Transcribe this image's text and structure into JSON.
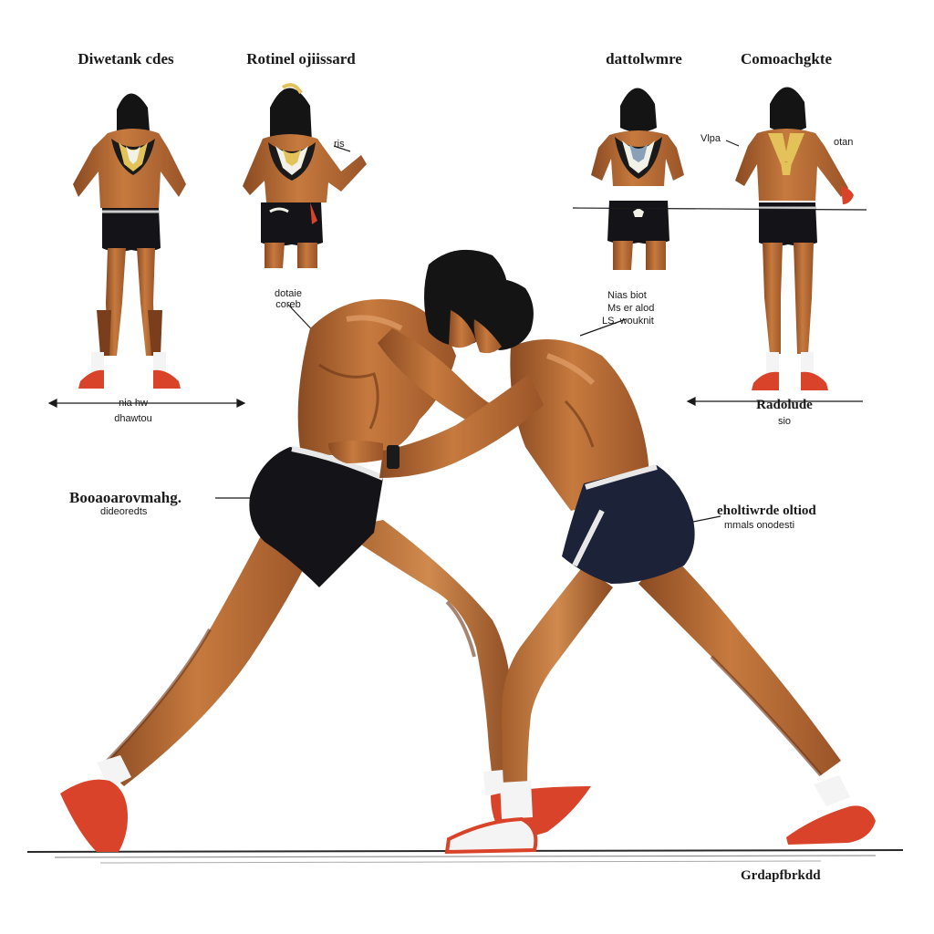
{
  "colors": {
    "skin": "#c0743a",
    "skin_shadow": "#8a4a22",
    "skin_highlight": "#e3a06a",
    "hair": "#141414",
    "trunks_black": "#141418",
    "trunks_navy": "#1c2238",
    "shoes": "#d8432a",
    "sock": "#f4f4f4",
    "ink": "#1a1a1a",
    "back_pattern_gold": "#e3c25a",
    "back_pattern_white": "#f1f1e8"
  },
  "figures": {
    "top": [
      {
        "title": "Diwetank cdes"
      },
      {
        "title": "Rotinel ojiissard",
        "note": "ris"
      },
      {
        "title": "dattolwmre",
        "note": "Vlpa"
      },
      {
        "title": "Comoachgkte",
        "note": "otan"
      }
    ]
  },
  "labels": {
    "rear_left_top": "nia hw",
    "rear_left_bottom": "dhawtou",
    "mid_left_top": "dotaie",
    "mid_left_bottom": "coreb",
    "mid_right_1": "Nias biot",
    "mid_right_2": "Ms er alod",
    "mid_right_3": "LS. wouknit",
    "side_right_top": "Radolude",
    "side_right_bottom": "sio",
    "stance_left_top": "Booaoarovmahg.",
    "stance_left_bottom": "dideoredts",
    "stance_right_top": "eholtiwrde oltiod",
    "stance_right_bottom": "mmals onodesti",
    "footer": "Grdapfbrkdd"
  }
}
